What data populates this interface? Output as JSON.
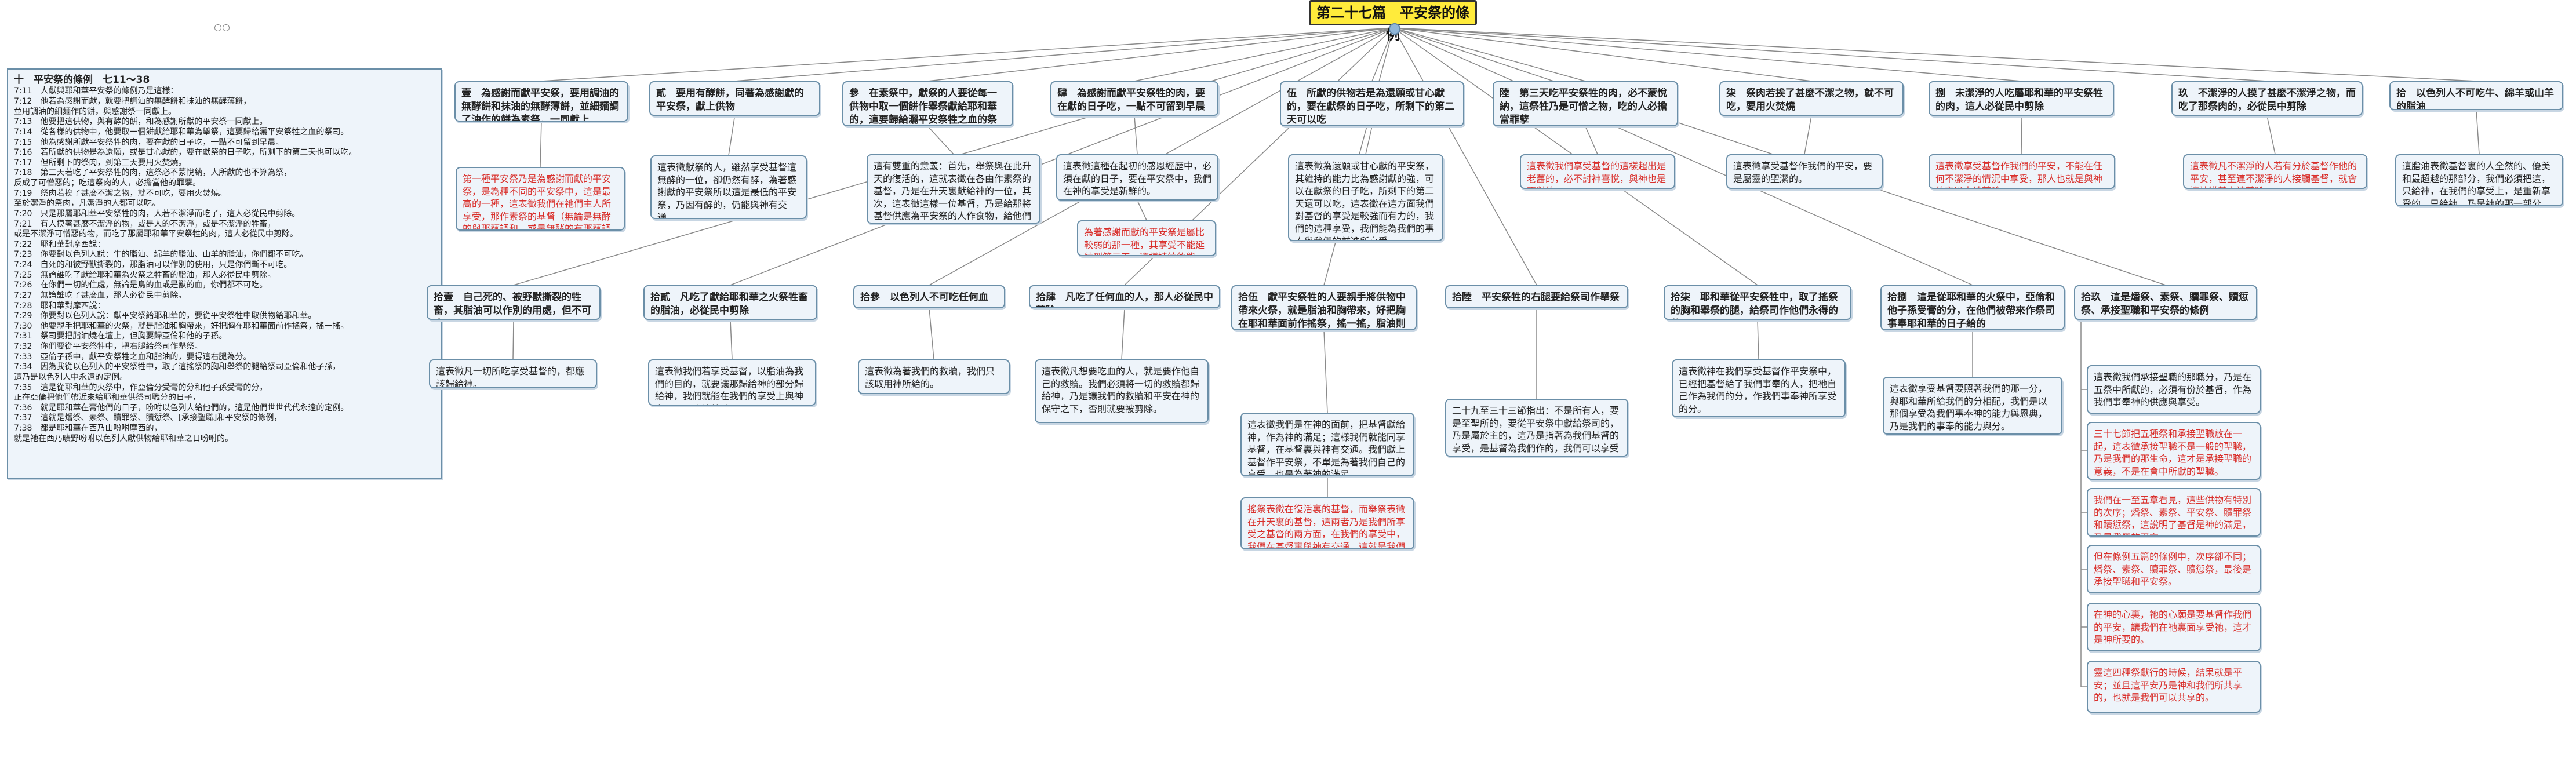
{
  "title": "第二十七篇　平安祭的條例",
  "note": {
    "heading": "十　平安祭的條例　七11～38",
    "lines": [
      "7:11　人獻與耶和華平安祭的條例乃是這樣：",
      "7:12　他若為感謝而獻，就要把調油的無酵餅和抹油的無酵薄餅，",
      "並用調油的細麵作的餅，與感謝祭一同獻上。",
      "7:13　他要把這供物，與有酵的餅，和為感謝所獻的平安祭一同獻上。",
      "7:14　從各樣的供物中，他要取一個餅獻給耶和華為舉祭，這要歸給灑平安祭牲之血的祭司。",
      "7:15　他為感謝所獻平安祭牲的肉，要在獻的日子吃，一點不可留到早晨。",
      "7:16　若所獻的供物是為還願，或是甘心獻的，要在獻祭的日子吃，所剩下的第二天也可以吃。",
      "7:17　但所剩下的祭肉，到第三天要用火焚燒。",
      "7:18　第三天若吃了平安祭牲的肉，這祭必不蒙悅納，人所獻的也不算為祭，",
      "反成了可憎惡的；吃這祭肉的人，必擔當他的罪孽。",
      "7:19　祭肉若挨了甚麼不潔之物，就不可吃，要用火焚燒。",
      "至於潔淨的祭肉，凡潔淨的人都可以吃。",
      "7:20　只是那屬耶和華平安祭牲的肉，人若不潔淨而吃了，這人必從民中剪除。",
      "7:21　有人摸著甚麼不潔淨的物，或是人的不潔淨，或是不潔淨的牲畜，",
      "或是不潔淨可憎惡的物，而吃了那屬耶和華平安祭牲的肉，這人必從民中剪除。",
      "7:22　耶和華對摩西說：",
      "7:23　你要對以色列人說：牛的脂油、綿羊的脂油、山羊的脂油，你們都不可吃。",
      "7:24　自死的和被野獸撕裂的，那脂油可以作別的使用，只是你們斷不可吃。",
      "7:25　無論誰吃了獻給耶和華為火祭之牲畜的脂油，那人必從民中剪除。",
      "7:26　在你們一切的住處，無論是鳥的血或是獸的血，你們都不可吃。",
      "7:27　無論誰吃了甚麼血，那人必從民中剪除。",
      "7:28　耶和華對摩西說：",
      "7:29　你要對以色列人說：獻平安祭給耶和華的，要從平安祭牲中取供物給耶和華。",
      "7:30　他要親手把耶和華的火祭，就是脂油和胸帶來，好把胸在耶和華面前作搖祭，搖一搖。",
      "7:31　祭司要把脂油燒在壇上，但胸要歸亞倫和他的子孫。",
      "7:32　你們要從平安祭牲中，把右腿給祭司作舉祭。",
      "7:33　亞倫子孫中，獻平安祭牲之血和脂油的，要得這右腿為分。",
      "7:34　因為我從以色列人的平安祭牲中，取了這搖祭的胸和舉祭的腿給祭司亞倫和他子孫，",
      "這乃是以色列人中永遠的定例。",
      "7:35　這是從耶和華的火祭中，作亞倫分受膏的分和他子孫受膏的分，",
      "正在亞倫把他們帶近來給耶和華供祭司職分的日子，",
      "7:36　就是耶和華在膏他們的日子，吩咐以色列人給他們的，這是他們世世代代永遠的定例。",
      "7:37　這就是燔祭、素祭、贖罪祭、贖愆祭、[承接聖職]和平安祭的條例，",
      "7:38　都是耶和華在西乃山吩咐摩西的，",
      "就是祂在西乃曠野吩咐以色列人獻供物給耶和華之日吩咐的。"
    ]
  },
  "branches": [
    {
      "heading": "壹　為感謝而獻平安祭，要用調油的無酵餅和抹油的無酵薄餅，並細麵調了油作的餅為素祭，一同獻上",
      "text": "第一種平安祭乃是為感謝而獻的平安祭，是為種不同的平安祭中，這是最高的一種，這表徵我們在祂們主人所享受，那作素祭的基督（無論是無酵的與那麵調和，或是無酵的有那麵調和，或是抹那麵油或，素細的一位），乃是我們的平安祭，所以我們能在主裏把調和的感謝，這是我們能為一切的感恩。"
    },
    {
      "heading": "貳　要用有酵餅，同著為感謝獻的平安祭，獻上供物",
      "text": "這表徵獻祭的人，雖然享受基督這無酵的一位，卻仍然有酵，為著感謝獻的平安祭所以這是最低的平安祭，乃因有酵的，仍能與神有交通。"
    },
    {
      "heading": "參　在素祭中，獻祭的人要從每一供物中取一個餅作舉祭獻給耶和華的，這要歸給灑平安祭牲之血的祭司",
      "text": "這有雙重的意義：首先，舉祭與在此升天的復活的，這就表徵在各由作素祭的基督，乃是在升天裏獻給神的一位，其次，這表徵這樣一位基督，乃是給那將基督供應為平安祭的人作食物，給他們有分於基督之中。"
    },
    {
      "heading": "肆　為感謝而獻平安祭牲的肉，要在獻的日子吃，一點不可留到早晨",
      "text": "這表徵這種在起初的感恩經歷中，必須在獻的日子，要在平安祭中，我們在神的享受是新鮮的。",
      "sub": "為著感謝而獻的平安祭是屬比較弱的那一種，其享受不能延續到第二天，這樣持續的能力。"
    },
    {
      "heading": "伍　所獻的供物若是為還願或甘心獻的，要在獻祭的日子吃，所剩下的第二天可以吃",
      "text": "這表徵為還願或甘心獻的平安祭，其維持的能力比為感謝獻的強，可以在獻祭的日子吃，所剩下的第二天還可以吃，這表徵在這方面我們對基督的享受是較強而有力的，我們的這種享受，我們能為我們的事奉與我們的前進所享受。"
    },
    {
      "heading": "陸　第三天吃平安祭牲的肉，必不蒙悅納，這祭牲乃是可憎之物，吃的人必擔當罪孽",
      "text": "這表徵我們享受基督的這樣超出是老舊的，必不討神喜悅，與神也是不對的。"
    },
    {
      "heading": "柒　祭肉若挨了甚麼不潔之物，就不可吃，要用火焚燒",
      "text": "這表徵享受基督作我們的平安，要是屬靈的聖潔的。"
    },
    {
      "heading": "捌　未潔淨的人吃屬耶和華的平安祭牲的肉，這人必從民中剪除",
      "text": "這表徵享受基督作我們的平安，不能在任何不潔淨的情況中享受，那人也就是與神的交通中被剪除。"
    },
    {
      "heading": "玖　不潔淨的人摸了甚麼不潔淨之物，而吃了那祭肉的，必從民中剪除",
      "text": "這表徵凡不潔淨的人若有分於基督作他的平安，甚至連不潔淨的人接觸基督，就會讓神從其中被剪除。"
    },
    {
      "heading": "拾　以色列人不可吃牛、綿羊或山羊的脂油",
      "text": "這脂油表徵基督裏的人全然的、優美和最超越的那部分，我們必須把這，只給神，在我們的享受上，是重新享受的，只給神，乃是神的那一部分，我們這樣吃了，那就是必從民中剪除。"
    },
    {
      "heading": "拾壹　自己死的、被野獸撕裂的牲畜，其脂油可以作別的用處，但不可吃",
      "text": "這表徵凡一切所吃享受基督的，都應該歸給神。"
    },
    {
      "heading": "拾貳　凡吃了獻給耶和華之火祭牲畜的脂油，必從民中剪除",
      "text": "這表徵我們若享受基督，以脂油為我們的目的，就要讓那歸給神的部分歸給神，我們就能在我們的享受上與神交通而不致被剪除。"
    },
    {
      "heading": "拾參　以色列人不可吃任何血",
      "text": "這表徵為著我們的救贖，我們只該取用神所給的。"
    },
    {
      "heading": "拾肆　凡吃了任何血的人，那人必從民中剪除",
      "text": "這表徵凡想要吃血的人，就是要作他自己的救贖。我們必須將一切的救贖都歸給神，乃是讓我們的救贖和平安在神的保守之下，否則就要被剪除。"
    },
    {
      "heading": "拾伍　獻平安祭牲的人要親手將供物中帶來火祭，就是脂油和胸帶來，好把胸在耶和華面前作搖祭，搖一搖，脂油則燒在壇上",
      "text": "這表徵我們是在神的面前，把基督獻給神，作為神的滿足；這樣我們就能同享基督，在基督裏與神有交通。我們獻上基督作平安祭，不單是為著我們自己的享受，也是為著神的滿足。",
      "sub": "搖祭表徵在復活裏的基督，而舉祭表徵在升天裏的基督，這兩者乃是我們所享受之基督的兩方面，在我們的享受中，我們在基督裏與神有交通，這就是我們的平安。"
    },
    {
      "heading": "拾陸　平安祭牲的右腿要給祭司作舉祭",
      "text": "二十九至三十三節指出：不是所有人，要是至聖所的，要從平安祭中獻給祭司的，乃是屬於主的，這乃是指著為我們基督的享受，是基督為我們作的，我們可以享受的。"
    },
    {
      "heading": "拾柒　耶和華從平安祭牲中，取了搖祭的胸和舉祭的腿，給祭司作他們永得的分",
      "text": "這表徵神在我們享受基督作平安祭中，已經把基督給了我們事奉的人，把祂自己作為我們的分，作我們事奉神所享受的分。"
    },
    {
      "heading": "拾捌　這是從耶和華的火祭中，亞倫和他子孫受膏的分，在他們被帶來作祭司事奉耶和華的日子給的",
      "text": "這表徵享受基督要照著我們的那一分，與耶和華所給我們的分相配，我們是以那個享受為我們事奉神的能力與恩典，乃是我們的事奉的能力與分。"
    },
    {
      "heading": "拾玖　這是燔祭、素祭、贖罪祭、贖愆祭、承接聖職和平安祭的條例",
      "paras": [
        "這表徵我們承接聖職的那職分，乃是在五祭中所獻的，必須有份於基督，作為我們事奉神的供應與享受。",
        "三十七節把五種祭和承接聖職放在一起，這表徵承接聖職不是一般的聖職，乃是我們的那生命，這才是承接聖職的意義，不是在會中所獻的聖職。",
        "我們在一至五章看見，這些供物有特別的次序；燔祭、素祭、平安祭、贖罪祭和贖愆祭，這說明了基督是神的滿足，乃是我們的平安。",
        "但在條例五篇的條例中，次序卻不同；燔祭、素祭、贖罪祭、贖愆祭，最後是承接聖職和平安祭。",
        "在神的心裏，祂的心願是要基督作我們的平安，讓我們在祂裏面享受祂，這才是神所要的。",
        "靈這四種祭獻行的時候，結果就是平安；並且這平安乃是神和我們所共享的，也就是我們可以共享的。"
      ]
    }
  ]
}
